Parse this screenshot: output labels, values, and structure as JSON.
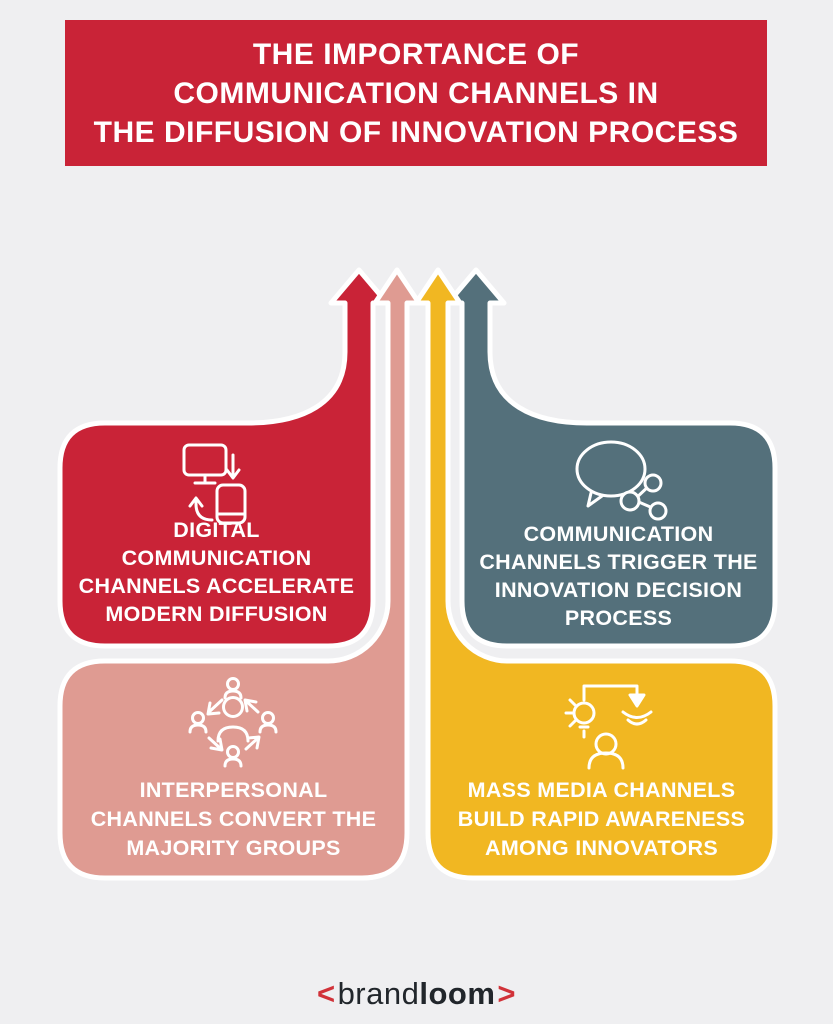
{
  "title": {
    "lines": [
      "THE IMPORTANCE OF",
      "COMMUNICATION CHANNELS IN",
      "THE DIFFUSION OF INNOVATION PROCESS"
    ]
  },
  "cards": [
    {
      "id": "digital-communication",
      "color": "#c92337",
      "icon": "devices-sync-icon",
      "lines": [
        "DIGITAL",
        "COMMUNICATION",
        "CHANNELS ACCELERATE",
        "MODERN DIFFUSION"
      ]
    },
    {
      "id": "communication-trigger",
      "color": "#54707b",
      "icon": "speech-bubble-share-icon",
      "lines": [
        "COMMUNICATION",
        "CHANNELS TRIGGER THE",
        "INNOVATION DECISION",
        "PROCESS"
      ]
    },
    {
      "id": "interpersonal-channels",
      "color": "#df9b92",
      "icon": "people-network-icon",
      "lines": [
        "INTERPERSONAL",
        "CHANNELS CONVERT THE",
        "MAJORITY GROUPS"
      ]
    },
    {
      "id": "mass-media-channels",
      "color": "#f1b722",
      "icon": "broadcast-idea-icon",
      "lines": [
        "MASS MEDIA CHANNELS",
        "BUILD RAPID AWARENESS",
        "AMONG INNOVATORS"
      ]
    }
  ],
  "footer": {
    "bracket_left": "<",
    "name_regular": "brand",
    "name_bold": "loom",
    "bracket_right": ">"
  },
  "colors": {
    "background": "#efeff1",
    "banner_red": "#c92337",
    "card_red": "#c92337",
    "card_slate": "#54707b",
    "card_pink": "#df9b92",
    "card_yellow": "#f1b722",
    "outline_white": "#ffffff",
    "footer_text": "#21262b",
    "footer_accent": "#d13239"
  }
}
